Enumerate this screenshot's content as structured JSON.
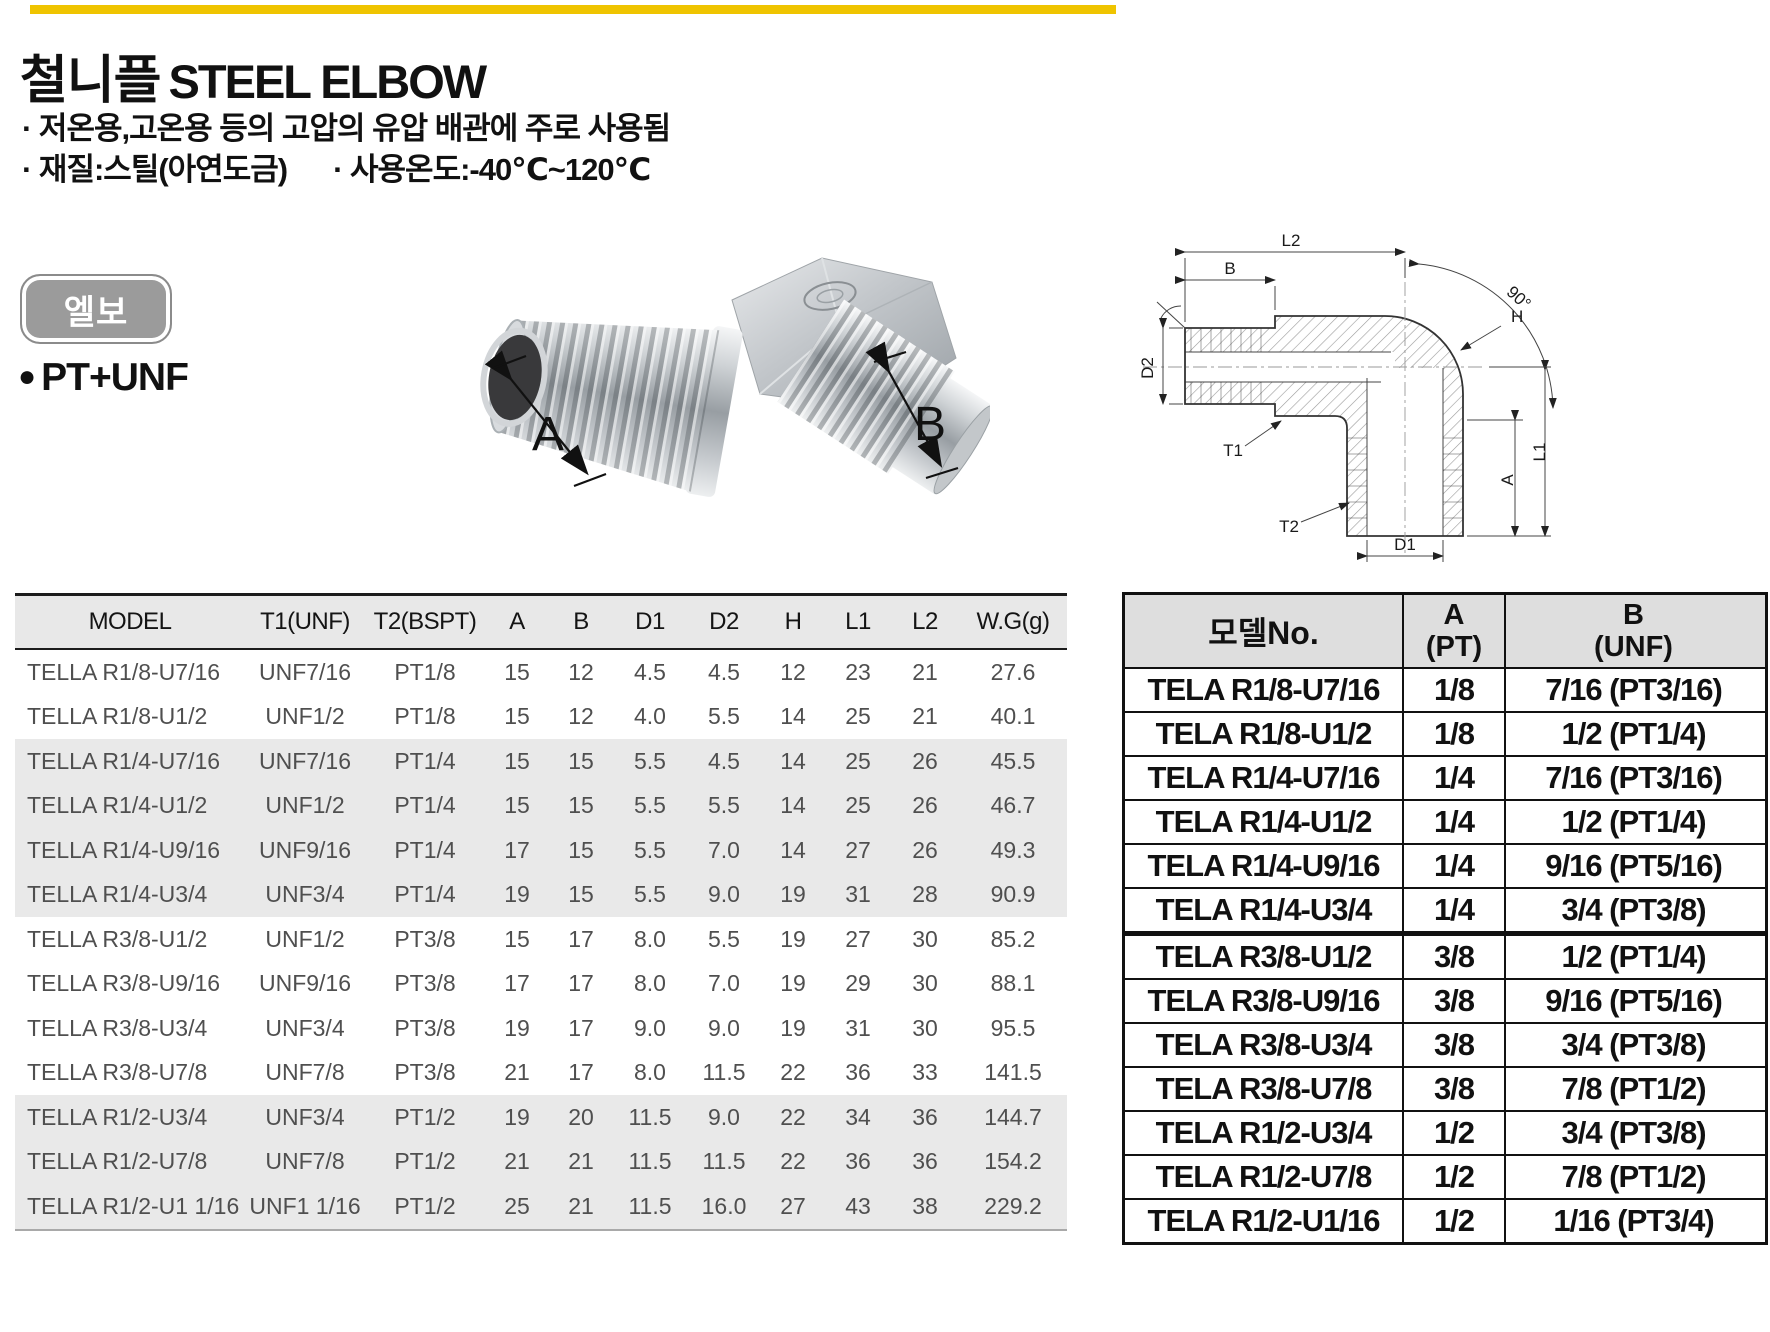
{
  "header": {
    "title_ko": "철니플",
    "title_en": "STEEL ELBOW",
    "bullet_usage": "· 저온용,고온용 등의 고압의 유압 배관에 주로 사용됨",
    "bullet_material": "· 재질:스틸(아연도금)",
    "bullet_temp": "· 사용온도:-40℃~120℃",
    "badge": "엘보",
    "subtype": "PT+UNF"
  },
  "colors": {
    "accent_yellow": "#EFC400",
    "badge_gray": "#9B9B9B",
    "spec_header_gray": "#E8E8E8",
    "spec_shade_gray": "#E9E9E9",
    "model_header_gray": "#DEDEDE"
  },
  "photo": {
    "label_a": "A",
    "label_b": "B"
  },
  "drawing": {
    "labels": {
      "l2": "L2",
      "b": "B",
      "angle": "90°",
      "h": "H",
      "d2": "D2",
      "t1": "T1",
      "t2": "T2",
      "a": "A",
      "l1": "L1",
      "d1": "D1"
    }
  },
  "spec_table": {
    "headers": [
      "MODEL",
      "T1(UNF)",
      "T2(BSPT)",
      "A",
      "B",
      "D1",
      "D2",
      "H",
      "L1",
      "L2",
      "W.G(g)"
    ],
    "shaded": [
      false,
      false,
      true,
      true,
      true,
      true,
      false,
      false,
      false,
      false,
      true,
      true,
      true
    ],
    "rows": [
      [
        "TELLA R1/8-U7/16",
        "UNF7/16",
        "PT1/8",
        "15",
        "12",
        "4.5",
        "4.5",
        "12",
        "23",
        "21",
        "27.6"
      ],
      [
        "TELLA R1/8-U1/2",
        "UNF1/2",
        "PT1/8",
        "15",
        "12",
        "4.0",
        "5.5",
        "14",
        "25",
        "21",
        "40.1"
      ],
      [
        "TELLA R1/4-U7/16",
        "UNF7/16",
        "PT1/4",
        "15",
        "15",
        "5.5",
        "4.5",
        "14",
        "25",
        "26",
        "45.5"
      ],
      [
        "TELLA R1/4-U1/2",
        "UNF1/2",
        "PT1/4",
        "15",
        "15",
        "5.5",
        "5.5",
        "14",
        "25",
        "26",
        "46.7"
      ],
      [
        "TELLA R1/4-U9/16",
        "UNF9/16",
        "PT1/4",
        "17",
        "15",
        "5.5",
        "7.0",
        "14",
        "27",
        "26",
        "49.3"
      ],
      [
        "TELLA R1/4-U3/4",
        "UNF3/4",
        "PT1/4",
        "19",
        "15",
        "5.5",
        "9.0",
        "19",
        "31",
        "28",
        "90.9"
      ],
      [
        "TELLA R3/8-U1/2",
        "UNF1/2",
        "PT3/8",
        "15",
        "17",
        "8.0",
        "5.5",
        "19",
        "27",
        "30",
        "85.2"
      ],
      [
        "TELLA R3/8-U9/16",
        "UNF9/16",
        "PT3/8",
        "17",
        "17",
        "8.0",
        "7.0",
        "19",
        "29",
        "30",
        "88.1"
      ],
      [
        "TELLA R3/8-U3/4",
        "UNF3/4",
        "PT3/8",
        "19",
        "17",
        "9.0",
        "9.0",
        "19",
        "31",
        "30",
        "95.5"
      ],
      [
        "TELLA R3/8-U7/8",
        "UNF7/8",
        "PT3/8",
        "21",
        "17",
        "8.0",
        "11.5",
        "22",
        "36",
        "33",
        "141.5"
      ],
      [
        "TELLA R1/2-U3/4",
        "UNF3/4",
        "PT1/2",
        "19",
        "20",
        "11.5",
        "9.0",
        "22",
        "34",
        "36",
        "144.7"
      ],
      [
        "TELLA R1/2-U7/8",
        "UNF7/8",
        "PT1/2",
        "21",
        "21",
        "11.5",
        "11.5",
        "22",
        "36",
        "36",
        "154.2"
      ],
      [
        "TELLA R1/2-U1 1/16",
        "UNF1 1/16",
        "PT1/2",
        "25",
        "21",
        "11.5",
        "16.0",
        "27",
        "43",
        "38",
        "229.2"
      ]
    ]
  },
  "model_table": {
    "header": {
      "model": "모델No.",
      "a_line1": "A",
      "a_line2": "(PT)",
      "b_line1": "B",
      "b_line2": "(UNF)"
    },
    "thick_divider_before_row": 6,
    "rows": [
      [
        "TELA R1/8-U7/16",
        "1/8",
        "7/16 (PT3/16)"
      ],
      [
        "TELA R1/8-U1/2",
        "1/8",
        "1/2 (PT1/4)"
      ],
      [
        "TELA R1/4-U7/16",
        "1/4",
        "7/16 (PT3/16)"
      ],
      [
        "TELA R1/4-U1/2",
        "1/4",
        "1/2 (PT1/4)"
      ],
      [
        "TELA R1/4-U9/16",
        "1/4",
        "9/16 (PT5/16)"
      ],
      [
        "TELA R1/4-U3/4",
        "1/4",
        "3/4 (PT3/8)"
      ],
      [
        "TELA R3/8-U1/2",
        "3/8",
        "1/2 (PT1/4)"
      ],
      [
        "TELA R3/8-U9/16",
        "3/8",
        "9/16 (PT5/16)"
      ],
      [
        "TELA R3/8-U3/4",
        "3/8",
        "3/4 (PT3/8)"
      ],
      [
        "TELA R3/8-U7/8",
        "3/8",
        "7/8 (PT1/2)"
      ],
      [
        "TELA R1/2-U3/4",
        "1/2",
        "3/4 (PT3/8)"
      ],
      [
        "TELA R1/2-U7/8",
        "1/2",
        "7/8 (PT1/2)"
      ],
      [
        "TELA R1/2-U1/16",
        "1/2",
        "1/16 (PT3/4)"
      ]
    ]
  }
}
